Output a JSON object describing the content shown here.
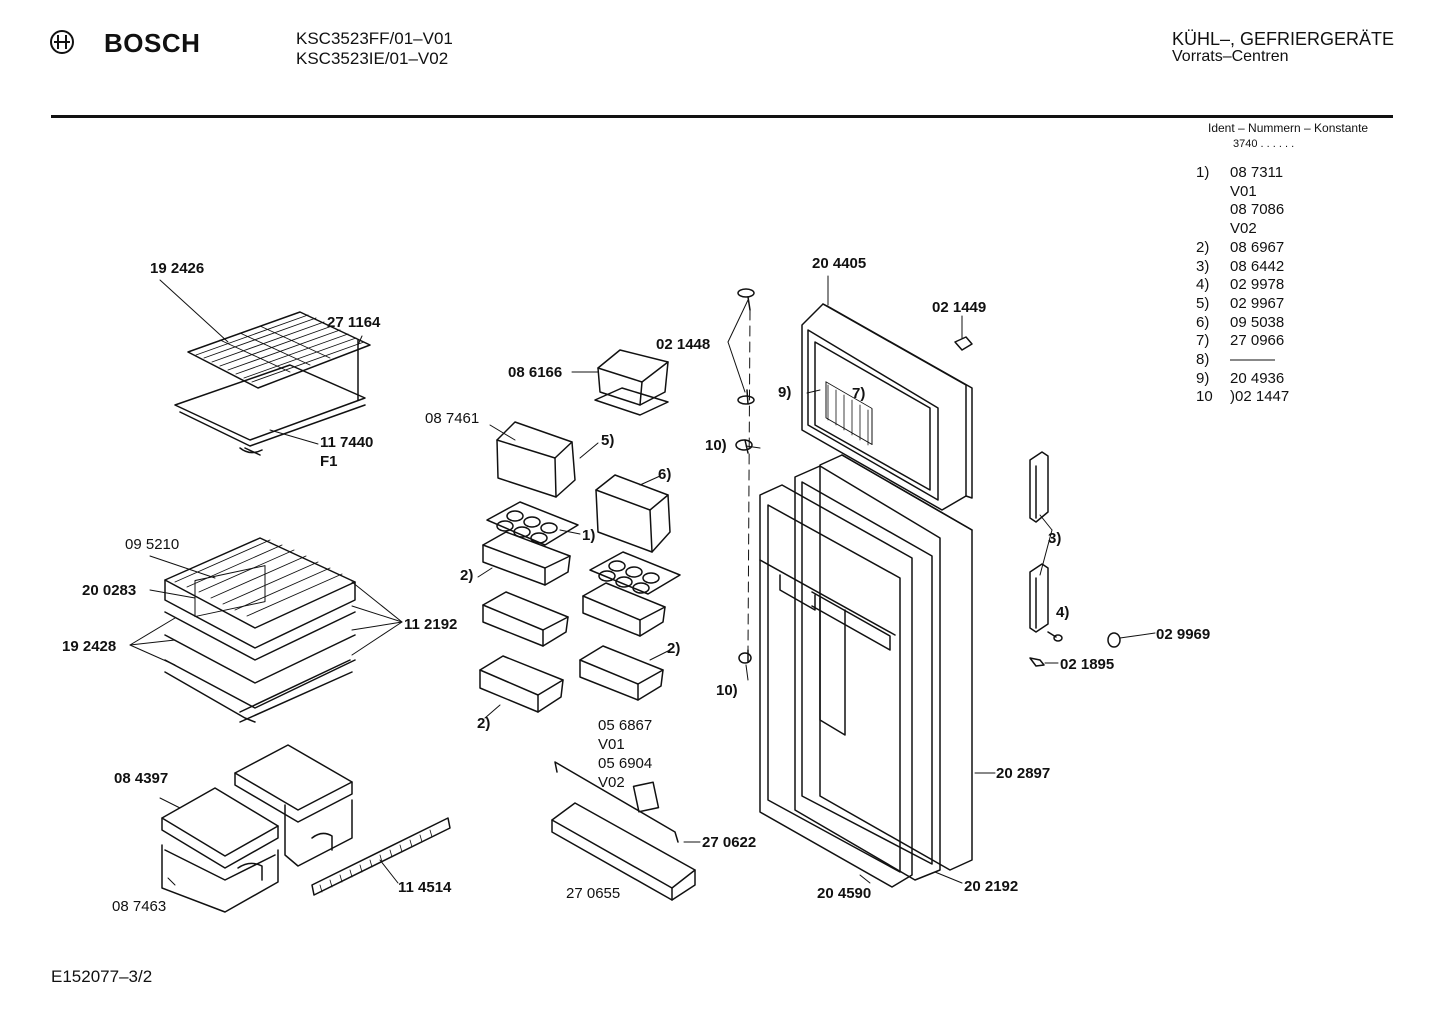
{
  "header": {
    "brand": "BOSCH",
    "models": [
      "KSC3523FF/01–V01",
      "KSC3523IE/01–V02"
    ],
    "category": "KÜHL–, GEFRIERGERÄTE",
    "subcategory": "Vorrats–Centren"
  },
  "ident": {
    "title": "Ident – Nummern – Konstante",
    "constant": "3740 . .  . . . ."
  },
  "parts_list": [
    {
      "key": "1)",
      "value": "08 7311"
    },
    {
      "key": "",
      "value": "V01"
    },
    {
      "key": "",
      "value": "08 7086"
    },
    {
      "key": "",
      "value": "V02"
    },
    {
      "key": "2)",
      "value": "08 6967"
    },
    {
      "key": "3)",
      "value": "08 6442"
    },
    {
      "key": "4)",
      "value": "02 9978"
    },
    {
      "key": "5)",
      "value": "02 9967"
    },
    {
      "key": "6)",
      "value": "09 5038"
    },
    {
      "key": "7)",
      "value": "27 0966"
    },
    {
      "key": "8)",
      "value": "———"
    },
    {
      "key": "9)",
      "value": "20 4936"
    },
    {
      "key": "10",
      "value": ")02 1447"
    }
  ],
  "callouts": {
    "c192426": "19 2426",
    "c271164": "27 1164",
    "c117440": "11 7440",
    "cF1": "F1",
    "c095210": "09 5210",
    "c200283": "20 0283",
    "c192428": "19 2428",
    "c112192": "11 2192",
    "c084397": "08 4397",
    "c087463": "08 7463",
    "c114514": "11 4514",
    "c086166": "08 6166",
    "c087461": "08 7461",
    "c5": "5)",
    "c6": "6)",
    "c1": "1)",
    "c2a": "2)",
    "c2b": "2)",
    "c2c": "2)",
    "c056867": "05 6867",
    "cV01": "V01",
    "c056904": "05 6904",
    "cV02": "V02",
    "c270622": "27 0622",
    "c270655": "27 0655",
    "c021448": "02 1448",
    "c10a": "10)",
    "c10b": "10)",
    "c9": "9)",
    "c7": "7)",
    "c204405": "20 4405",
    "c021449": "02 1449",
    "c3": "3)",
    "c4": "4)",
    "c029969": "02 9969",
    "c021895": "02 1895",
    "c202897": "20 2897",
    "c204590": "20 4590",
    "c202192": "20 2192"
  },
  "footer": {
    "code": "E152077–3/2"
  }
}
